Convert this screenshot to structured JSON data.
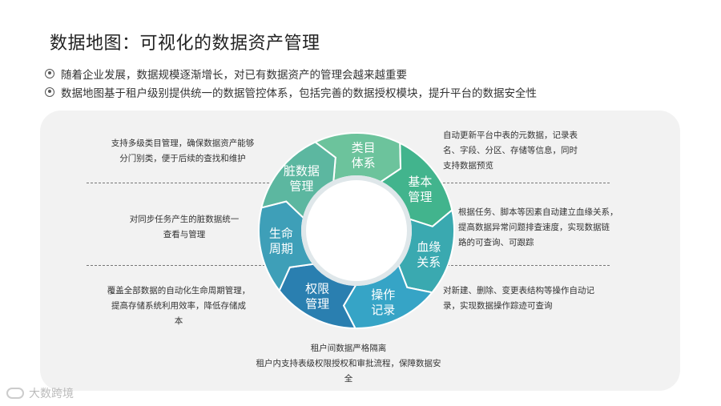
{
  "title": "数据地图：可视化的数据资产管理",
  "bullets": [
    "随着企业发展，数据规模逐渐增长，对已有数据资产的管理会越来越重要",
    "数据地图基于租户级别提供统一的数据管控体系，包括完善的数据授权模块，提升平台的数据安全性"
  ],
  "cycle": {
    "segments": [
      {
        "line1": "类目",
        "line2": "体系",
        "color": "#6cc39c"
      },
      {
        "line1": "基本",
        "line2": "管理",
        "color": "#42b48d"
      },
      {
        "line1": "血缘",
        "line2": "关系",
        "color": "#3aa9b0"
      },
      {
        "line1": "操作",
        "line2": "记录",
        "color": "#36a4c6"
      },
      {
        "line1": "权限",
        "line2": "管理",
        "color": "#2a7fb0"
      },
      {
        "line1": "生命",
        "line2": "周期",
        "color": "#3e9fb8"
      },
      {
        "line1": "脏数据",
        "line2": "管理",
        "color": "#5cb7a0"
      }
    ]
  },
  "descriptions": {
    "category": [
      "支持多级类目管理，确保数据资产能够",
      "分门别类，便于后续的查找和维护"
    ],
    "basic": [
      "自动更新平台中表的元数据，记录表",
      "名、字段、分区、存储等信息，同时",
      "支持数据预览"
    ],
    "lineage": [
      "根据任务、脚本等因素自动建立血缘关系，",
      "提高数据异常问题排查速度，实现数据链",
      "路的可查询、可跟踪"
    ],
    "operation": [
      "对新建、删除、变更表结构等操作自动记",
      "录，实现数据操作踪迹可查询"
    ],
    "dirty": [
      "对同步任务产生的脏数据统一",
      "查看与管理"
    ],
    "lifecycle": [
      "覆盖全部数据的自动化生命周期管理，",
      "提高存储系统利用效率，降低存储成",
      "本"
    ],
    "permission": [
      "租户间数据严格隔离",
      "租户内支持表级权限授权和审批流程，保障数据安",
      "全"
    ]
  },
  "watermark": "大数跨境"
}
